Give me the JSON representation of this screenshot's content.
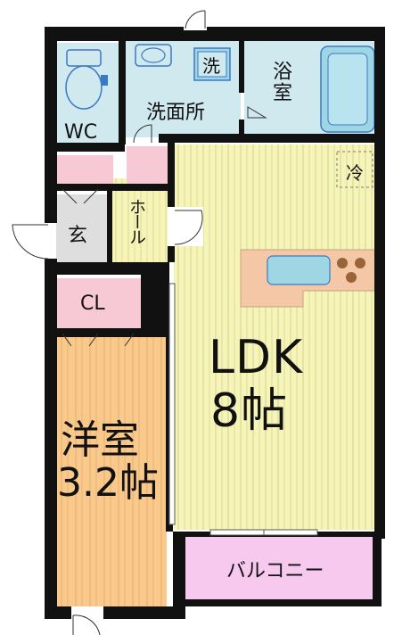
{
  "floor_plan": {
    "colors": {
      "wall": "#111111",
      "wet_area": "#cfe9ef",
      "ldk_floor": "#f7f5b6",
      "bedroom_floor": "#f8c98a",
      "entrance_floor": "#dedede",
      "pink_storage": "#f7c9d5",
      "balcony": "#f7c9ef",
      "kitchen_counter": "#f4c8a6",
      "sink": "#9fd6e4",
      "stove": "#9a6338",
      "fixture": "#3b78c7",
      "grain_lines": "#b9b58a"
    },
    "rooms": {
      "wc": "WC",
      "washroom": "洗面所",
      "washer": "洗",
      "bath": "浴室",
      "fridge": "冷",
      "entrance": "玄",
      "hall": "ホール",
      "closet": "CL",
      "ldk_line1": "LDK",
      "ldk_line2": "8帖",
      "bedroom_line1": "洋室",
      "bedroom_line2": "3.2帖",
      "balcony": "バルコニー"
    }
  }
}
